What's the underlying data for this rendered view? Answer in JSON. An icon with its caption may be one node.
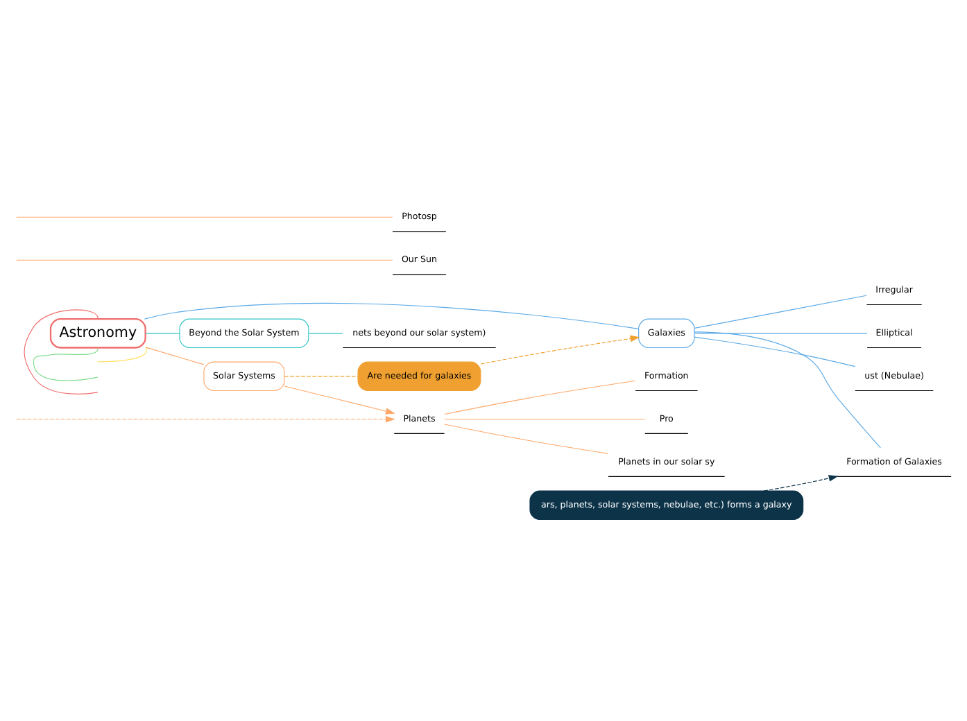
{
  "diagram": {
    "nodes": [
      {
        "text": [
          "Astronomy"
        ]
      },
      {
        "text": [
          "Galaxies"
        ]
      },
      {
        "text": [
          "Irregular"
        ]
      },
      {
        "text": [
          "Elliptical"
        ]
      },
      {
        "text": [
          "ust (Nebulae)"
        ]
      },
      {
        "text": [
          "Formation of Galaxies"
        ]
      },
      {
        "text": [
          "ars, planets, solar systems, nebulae, etc.) forms a galaxy"
        ]
      },
      {
        "text": [
          "Are needed for galaxies"
        ]
      },
      {
        "text": [
          "Beyond the Solar System"
        ]
      },
      {
        "text": [
          "nets beyond our solar system)"
        ]
      },
      {
        "text": [
          "Solar Systems"
        ]
      },
      {
        "text": [
          "Our Sun"
        ]
      },
      {
        "text": [
          "Photosp"
        ]
      },
      {
        "text": [
          "Formation"
        ]
      },
      {
        "text": [
          "Pro"
        ]
      },
      {
        "text": [
          "Planets"
        ]
      },
      {
        "text": [
          "Planets in our solar sy"
        ]
      }
    ],
    "edges": [
      {
        "from": 0,
        "to": 1,
        "arrow": "none",
        "color": "#5aa9e6"
      },
      {
        "from": 0,
        "to": 8,
        "arrow": "none",
        "color": "#2ec4c4"
      },
      {
        "from": 0,
        "to": 10,
        "arrow": "none",
        "color": "#ffa86b"
      },
      {
        "from": 0,
        "to": null,
        "arrow": "none",
        "color": "#f06c6c"
      },
      {
        "from": 0,
        "to": null,
        "arrow": "none",
        "color": "#7ddc8a"
      },
      {
        "from": 0,
        "to": null,
        "arrow": "none",
        "color": "#ffe066"
      },
      {
        "from": 1,
        "to": 2,
        "arrow": "none",
        "color": "#5aa9e6"
      },
      {
        "from": 1,
        "to": 3,
        "arrow": "none",
        "color": "#5aa9e6"
      },
      {
        "from": 1,
        "to": 4,
        "arrow": "none",
        "color": "#5aa9e6"
      },
      {
        "from": 1,
        "to": 5,
        "arrow": "none",
        "color": "#5aa9e6"
      },
      {
        "from": 6,
        "to": 5,
        "arrow": "to",
        "style": "dashed",
        "color": "#0d3349"
      },
      {
        "from": 10,
        "to": 7,
        "arrow": "none",
        "style": "dashed",
        "color": "#f0a030"
      },
      {
        "from": 7,
        "to": 1,
        "arrow": "to",
        "style": "dashed",
        "color": "#f0a030"
      },
      {
        "from": 8,
        "to": 9,
        "arrow": "none",
        "color": "#2ec4c4"
      },
      {
        "from": 10,
        "to": 15,
        "arrow": "to",
        "color": "#ffa86b"
      },
      {
        "from": null,
        "to": 15,
        "arrow": "to",
        "style": "dashed",
        "color": "#ffa86b"
      },
      {
        "from": null,
        "to": 11,
        "arrow": "none",
        "color": "#ffa86b"
      },
      {
        "from": null,
        "to": 12,
        "arrow": "none",
        "color": "#ffa86b"
      },
      {
        "from": 15,
        "to": 13,
        "arrow": "none",
        "color": "#ffa86b"
      },
      {
        "from": 15,
        "to": 14,
        "arrow": "none",
        "color": "#ffa86b"
      },
      {
        "from": 15,
        "to": 16,
        "arrow": "none",
        "color": "#ffa86b"
      }
    ]
  }
}
